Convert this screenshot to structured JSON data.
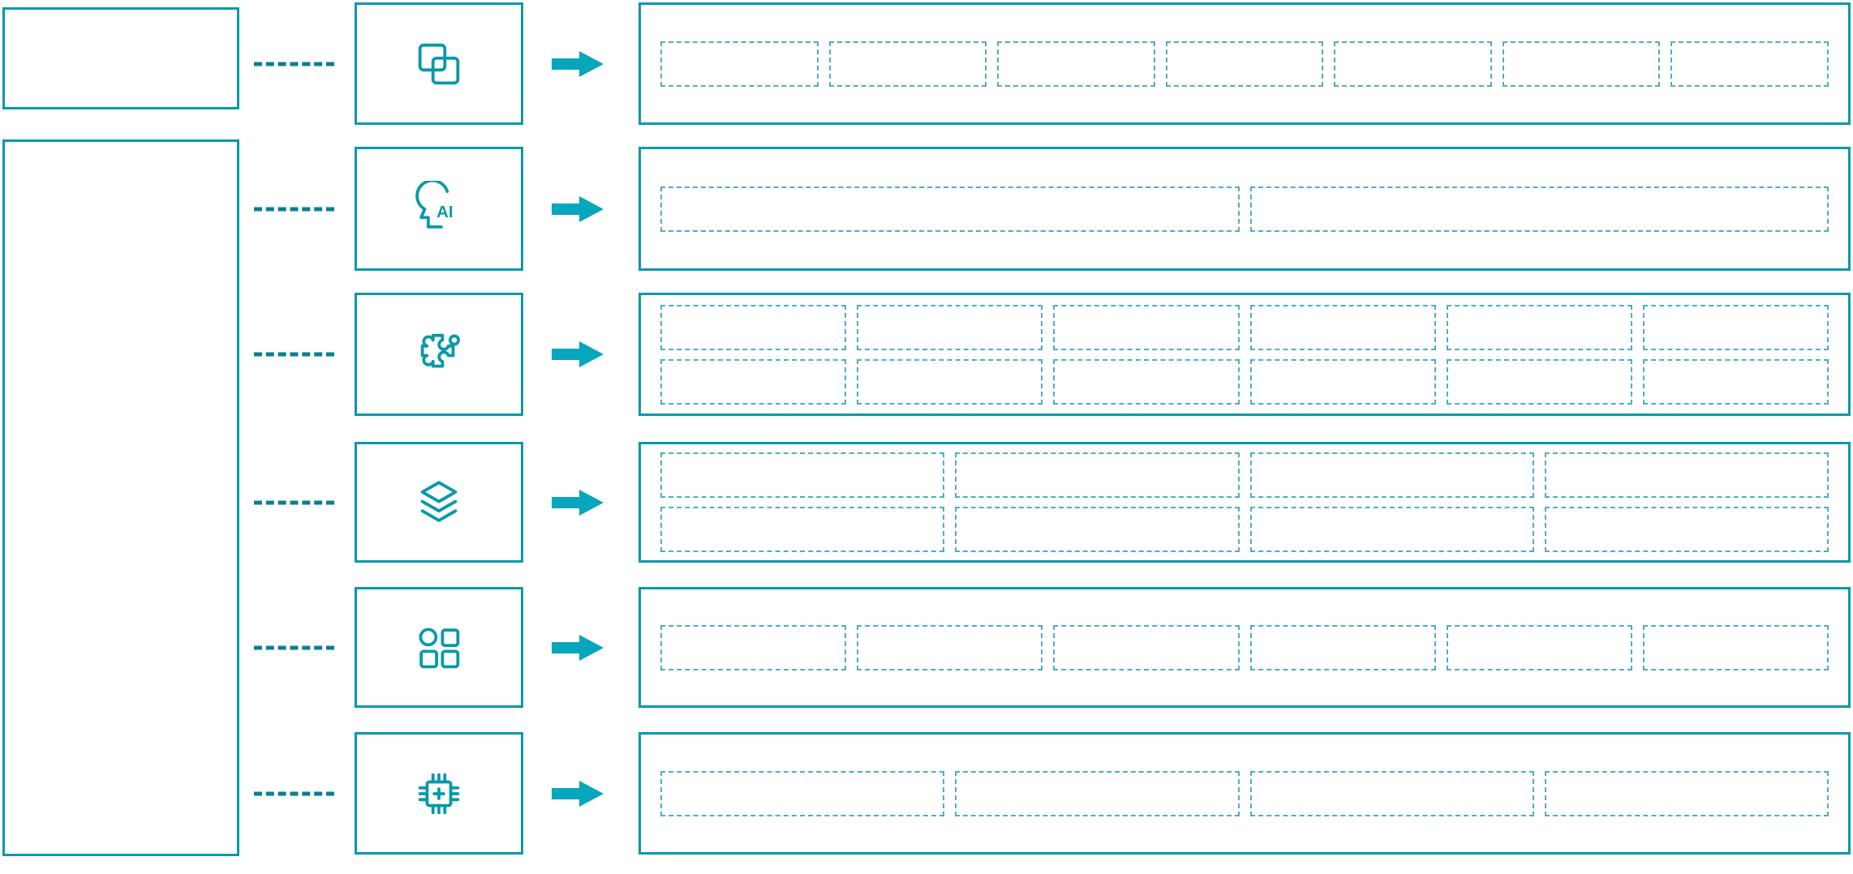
{
  "diagram": {
    "colors": {
      "accent": "#0899A9",
      "arrow": "#06A7BC",
      "placeholder_border": "#4FADC3",
      "connector": "#0B7E92",
      "background": "#FFFFFF"
    },
    "left_panels": [
      {
        "name": "top-left-box",
        "text": ""
      },
      {
        "name": "left-tall-box",
        "text": ""
      }
    ],
    "rows": [
      {
        "icon": "overlap-squares-icon",
        "placeholder_rows": [
          7
        ]
      },
      {
        "icon": "ai-head-icon",
        "ai_label": "AI",
        "placeholder_rows": [
          2
        ]
      },
      {
        "icon": "puzzle-icon",
        "placeholder_rows": [
          6,
          6
        ]
      },
      {
        "icon": "layers-icon",
        "placeholder_rows": [
          4,
          4
        ]
      },
      {
        "icon": "category-grid-icon",
        "placeholder_rows": [
          6
        ]
      },
      {
        "icon": "chip-plus-icon",
        "placeholder_rows": [
          4
        ]
      }
    ]
  }
}
